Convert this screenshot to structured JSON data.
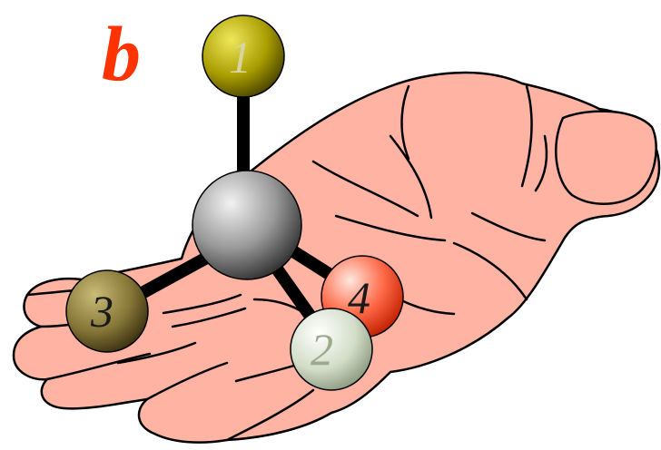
{
  "figure": {
    "panel_label": "b",
    "panel_label_color": "#ff3300"
  },
  "molecule": {
    "center_atom": {
      "color": "#8c8c8c"
    },
    "substituents": [
      {
        "label": "1",
        "color": "#b5a800",
        "text_color": "#d9d3a0"
      },
      {
        "label": "2",
        "color": "#c9d6bf",
        "text_color": "#9aab8c"
      },
      {
        "label": "3",
        "color": "#8a7a3c",
        "text_color": "#1a1a1a"
      },
      {
        "label": "4",
        "color": "#ff4a26",
        "text_color": "#1a1a1a"
      }
    ],
    "bond_color": "#000000"
  },
  "hand": {
    "skin_color": "#ffb3a3",
    "outline_color": "#000000"
  }
}
